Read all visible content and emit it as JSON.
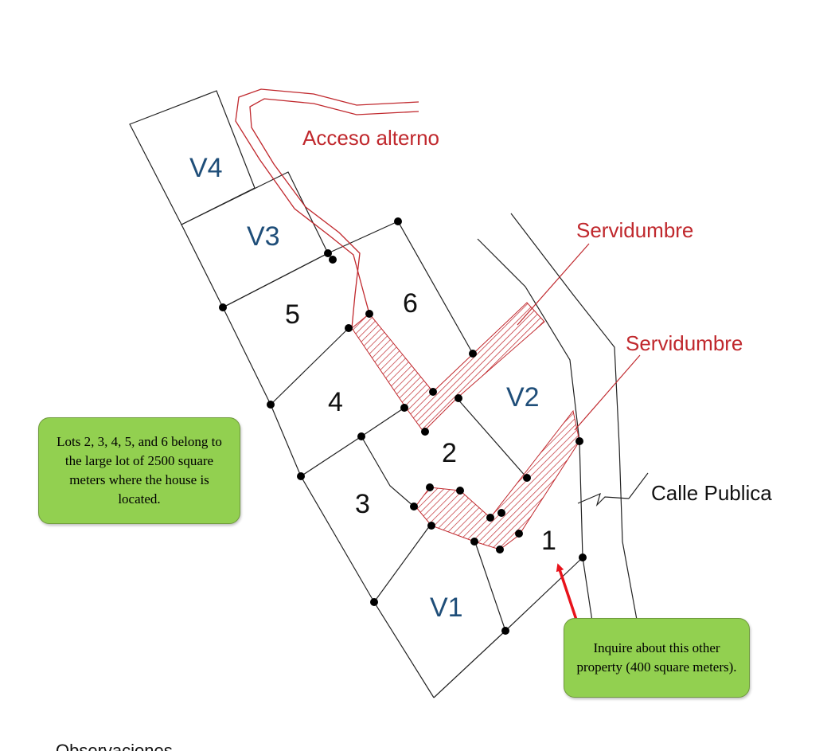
{
  "lots": {
    "V4": "V4",
    "V3": "V3",
    "V2": "V2",
    "V1": "V1",
    "lot1": "1",
    "lot2": "2",
    "lot3": "3",
    "lot4": "4",
    "lot5": "5",
    "lot6": "6"
  },
  "labels": {
    "alternate_access": "Acceso alterno",
    "easement_top": "Servidumbre",
    "easement_right": "Servidumbre",
    "public_street": "Calle Publica"
  },
  "callouts": {
    "large_lot_note": "Lots 2, 3, 4, 5, and 6 belong to the large lot of 2500 square meters where the house is located.",
    "inquire_note": "Inquire about this other property (400 square meters)."
  },
  "footer": {
    "partial_text": "Observaciones"
  },
  "colors": {
    "easement_red": "#c0282d",
    "lot_v_blue": "#1f4e79",
    "callout_green": "#92d050",
    "arrow_red": "#e8131b"
  }
}
